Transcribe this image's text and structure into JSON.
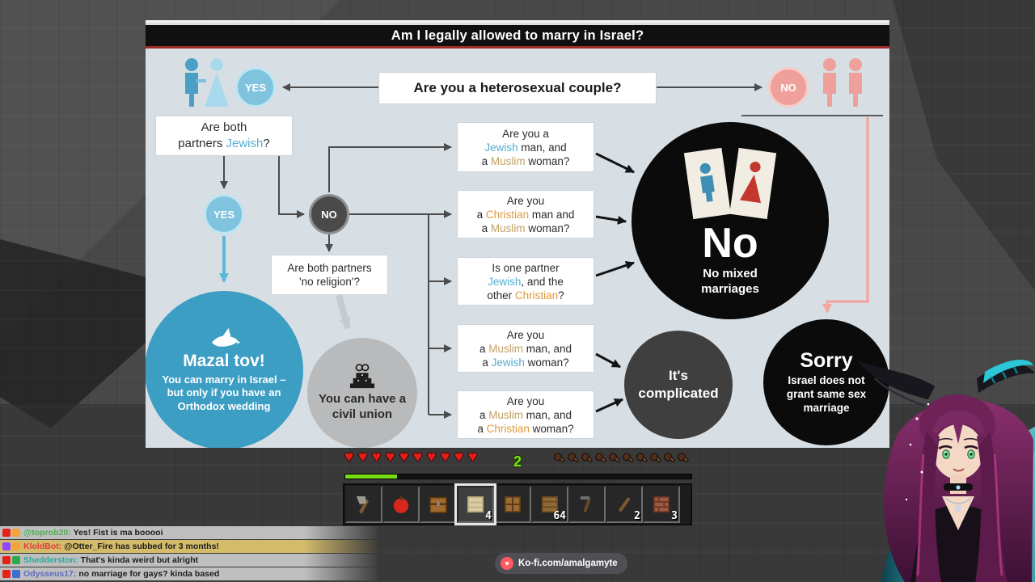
{
  "flowchart": {
    "title": "Am I legally allowed to marry in Israel?",
    "start": "Are you a heterosexual couple?",
    "yes": "YES",
    "no": "NO",
    "colors": {
      "jewish": "#53aed1",
      "muslim": "#c2a064",
      "christian": "#e09a3e"
    },
    "boxes": [
      {
        "lines": [
          [
            {
              "t": "Are both",
              "c": "k"
            }
          ],
          [
            {
              "t": "partners ",
              "c": "k"
            },
            {
              "t": "Jewish",
              "c": "j"
            },
            {
              "t": "?",
              "c": "k"
            }
          ]
        ]
      },
      {
        "lines": [
          [
            {
              "t": "Are both partners",
              "c": "k"
            }
          ],
          [
            {
              "t": "'no religion'?",
              "c": "k"
            }
          ]
        ]
      },
      {
        "lines": [
          [
            {
              "t": "Are you a",
              "c": "k"
            }
          ],
          [
            {
              "t": "Jewish",
              "c": "j"
            },
            {
              "t": " man, and",
              "c": "k"
            }
          ],
          [
            {
              "t": "a ",
              "c": "k"
            },
            {
              "t": "Muslim",
              "c": "m"
            },
            {
              "t": " woman?",
              "c": "k"
            }
          ]
        ]
      },
      {
        "lines": [
          [
            {
              "t": "Are you",
              "c": "k"
            }
          ],
          [
            {
              "t": "a ",
              "c": "k"
            },
            {
              "t": "Christian",
              "c": "c"
            },
            {
              "t": " man and",
              "c": "k"
            }
          ],
          [
            {
              "t": "a ",
              "c": "k"
            },
            {
              "t": "Muslim",
              "c": "m"
            },
            {
              "t": " woman?",
              "c": "k"
            }
          ]
        ]
      },
      {
        "lines": [
          [
            {
              "t": "Is one partner",
              "c": "k"
            }
          ],
          [
            {
              "t": "Jewish",
              "c": "j"
            },
            {
              "t": ", and the",
              "c": "k"
            }
          ],
          [
            {
              "t": "other ",
              "c": "k"
            },
            {
              "t": "Christian",
              "c": "c"
            },
            {
              "t": "?",
              "c": "k"
            }
          ]
        ]
      },
      {
        "lines": [
          [
            {
              "t": "Are you",
              "c": "k"
            }
          ],
          [
            {
              "t": "a ",
              "c": "k"
            },
            {
              "t": "Muslim",
              "c": "m"
            },
            {
              "t": " man, and",
              "c": "k"
            }
          ],
          [
            {
              "t": "a ",
              "c": "k"
            },
            {
              "t": "Jewish",
              "c": "j"
            },
            {
              "t": " woman?",
              "c": "k"
            }
          ]
        ]
      },
      {
        "lines": [
          [
            {
              "t": "Are you",
              "c": "k"
            }
          ],
          [
            {
              "t": "a ",
              "c": "k"
            },
            {
              "t": "Muslim",
              "c": "m"
            },
            {
              "t": " man, and",
              "c": "k"
            }
          ],
          [
            {
              "t": "a ",
              "c": "k"
            },
            {
              "t": "Christian",
              "c": "c"
            },
            {
              "t": " woman?",
              "c": "k"
            }
          ]
        ]
      }
    ],
    "mazal": {
      "title": "Mazal tov!",
      "body": "You can marry in Israel – but only if you have an Orthodox wedding"
    },
    "civil": "You can have a civil union",
    "no_big": {
      "title": "No",
      "sub": "No mixed marriages"
    },
    "complicated": "It's complicated",
    "sorry": {
      "title": "Sorry",
      "body": "Israel does not grant same sex marriage"
    }
  },
  "hud": {
    "xp_level": "2",
    "hearts": 10,
    "hunger": 10,
    "hotbar": [
      {
        "item": "axe",
        "count": ""
      },
      {
        "item": "apple",
        "count": ""
      },
      {
        "item": "chest",
        "count": ""
      },
      {
        "item": "pale-block",
        "count": "4",
        "selected": true
      },
      {
        "item": "crafting-table",
        "count": ""
      },
      {
        "item": "planks",
        "count": "64"
      },
      {
        "item": "hoe",
        "count": ""
      },
      {
        "item": "stick",
        "count": "2"
      },
      {
        "item": "brick",
        "count": "3"
      }
    ]
  },
  "chat": {
    "messages": [
      {
        "badges": [
          "#e62117",
          "#f2a33c"
        ],
        "user": "@toprob20:",
        "user_color": "#4caf50",
        "text": "Yes! Fist is ma booooi",
        "highlight": false
      },
      {
        "badges": [
          "#9147ff",
          "#f2a33c"
        ],
        "user": "KloldBot:",
        "user_color": "#e03c3c",
        "text": "@Otter_Fire has subbed for 3 months!",
        "highlight": true
      },
      {
        "badges": [
          "#e62117",
          "#2fa84f"
        ],
        "user": "Shedderston:",
        "user_color": "#2aa7a0",
        "text": "That's kinda weird but alright",
        "highlight": false
      },
      {
        "badges": [
          "#e62117",
          "#3b6fd4"
        ],
        "user": "Odysseus17:",
        "user_color": "#5c6bc0",
        "text": "no marriage for gays? kinda based",
        "highlight": false
      }
    ]
  },
  "stream": {
    "kofi_text": "Ko-fi.com/amalgamyte"
  }
}
